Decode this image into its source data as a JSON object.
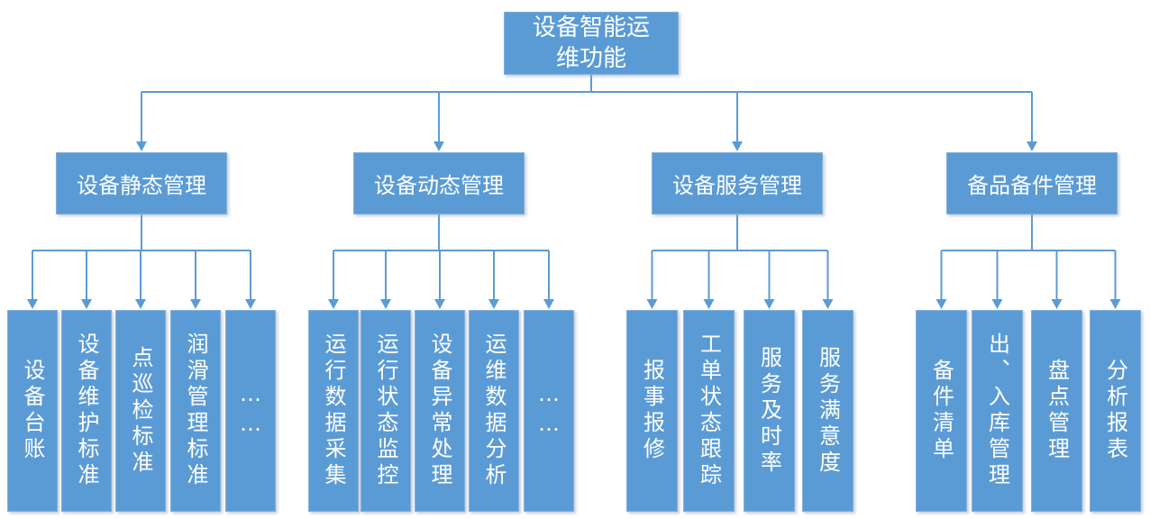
{
  "colors": {
    "node_fill": "#5b9bd5",
    "node_border": "#84afdd",
    "connector": "#5b9bd5",
    "text": "#ffffff",
    "background": "#ffffff"
  },
  "tree": {
    "root": {
      "label": "设备智能运\n维功能"
    },
    "branches": [
      {
        "label": "设备静态管理",
        "children": [
          "设备台账",
          "设备维护标准",
          "点巡检标准",
          "润滑管理标准",
          "……"
        ]
      },
      {
        "label": "设备动态管理",
        "children": [
          "运行数据采集",
          "运行状态监控",
          "设备异常处理",
          "运维数据分析",
          "……"
        ]
      },
      {
        "label": "设备服务管理",
        "children": [
          "报事报修",
          "工单状态跟踪",
          "服务及时率",
          "服务满意度"
        ]
      },
      {
        "label": "备品备件管理",
        "children": [
          "备件清单",
          "出、入库管理",
          "盘点管理",
          "分析报表"
        ]
      }
    ]
  }
}
